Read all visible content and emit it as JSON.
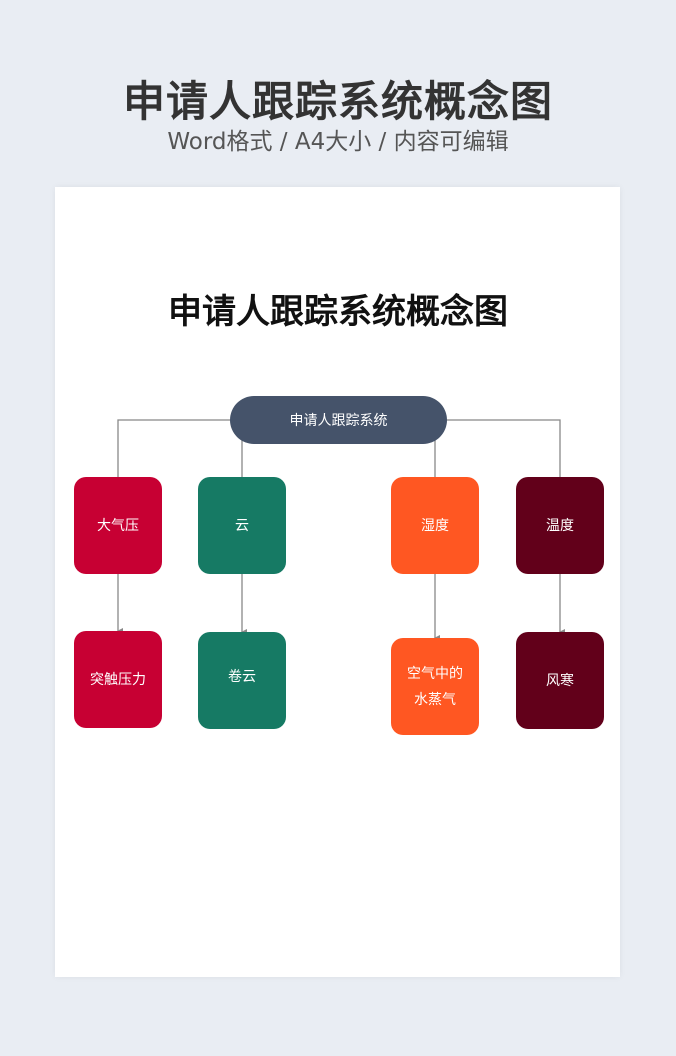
{
  "header": {
    "title": "申请人跟踪系统概念图",
    "subtitle": "Word格式 / A4大小 / 内容可编辑"
  },
  "document": {
    "title": "申请人跟踪系统概念图",
    "root": "申请人跟踪系统",
    "branches": [
      {
        "label": "大气压",
        "child": "突触压力",
        "color": "#c70033"
      },
      {
        "label": "云",
        "child": "卷云",
        "color": "#167a64"
      },
      {
        "label": "湿度",
        "child": "空气中的水蒸气",
        "color": "#ff5722"
      },
      {
        "label": "温度",
        "child": "风寒",
        "color": "#62001a"
      }
    ]
  }
}
